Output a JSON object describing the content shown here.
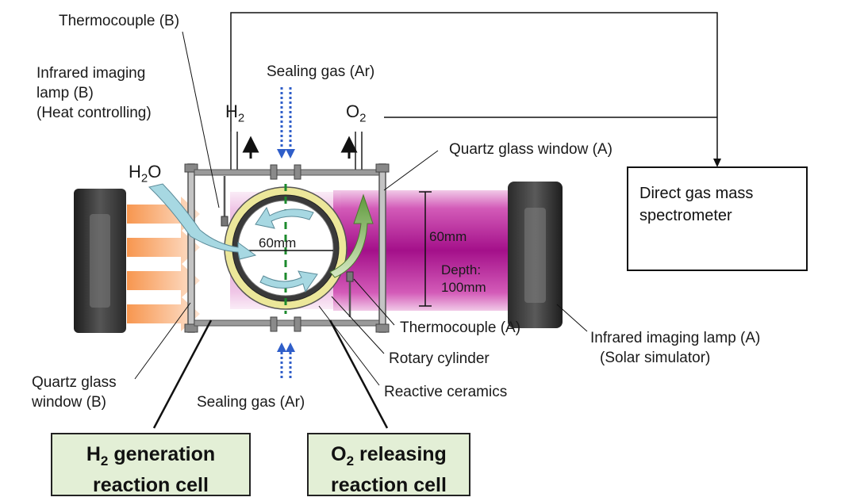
{
  "labels": {
    "thermocouple_b": "Thermocouple (B)",
    "ir_lamp_b": [
      "Infrared imaging",
      "lamp (B)",
      "(Heat controlling)"
    ],
    "sealing_gas_top": "Sealing gas (Ar)",
    "sealing_gas_bottom": "Sealing gas (Ar)",
    "quartz_window_a": "Quartz glass window (A)",
    "quartz_window_b": [
      "Quartz glass",
      "window (B)"
    ],
    "diameter": "60mm",
    "height": "60mm",
    "depth": [
      "Depth:",
      "100mm"
    ],
    "thermocouple_a": "Thermocouple (A)",
    "rotary_cylinder": "Rotary cylinder",
    "reactive_ceramics": "Reactive ceramics",
    "ir_lamp_a": [
      "Infrared imaging lamp (A)",
      "(Solar simulator)"
    ]
  },
  "chemicals": {
    "h2": {
      "base": "H",
      "sub": "2"
    },
    "o2": {
      "base": "O",
      "sub": "2"
    },
    "h2o": {
      "base": "H",
      "sub": "2",
      "tail": "O"
    }
  },
  "spectrometer": {
    "label": [
      "Direct gas mass",
      "spectrometer"
    ]
  },
  "cells": {
    "h2_cell": {
      "base": "H",
      "sub": "2",
      "line1_rest": " generation",
      "line2": "reaction  cell"
    },
    "o2_cell": {
      "base": "O",
      "sub": "2",
      "line1_rest": " releasing",
      "line2": "reaction cell"
    }
  },
  "colors": {
    "purple": "#c01aa0",
    "orange": "#f6a36c",
    "lamp": "#2e2e2e",
    "ring": "#ece79a",
    "frame": "#7d7d7d",
    "flow_arrow": "#a7d8e2",
    "green_arrow": "#8fc46a",
    "sealing_arrow": "#2f5ec9",
    "ms_trace": "#3b55c2",
    "cell_fill": "#e3efd6"
  }
}
